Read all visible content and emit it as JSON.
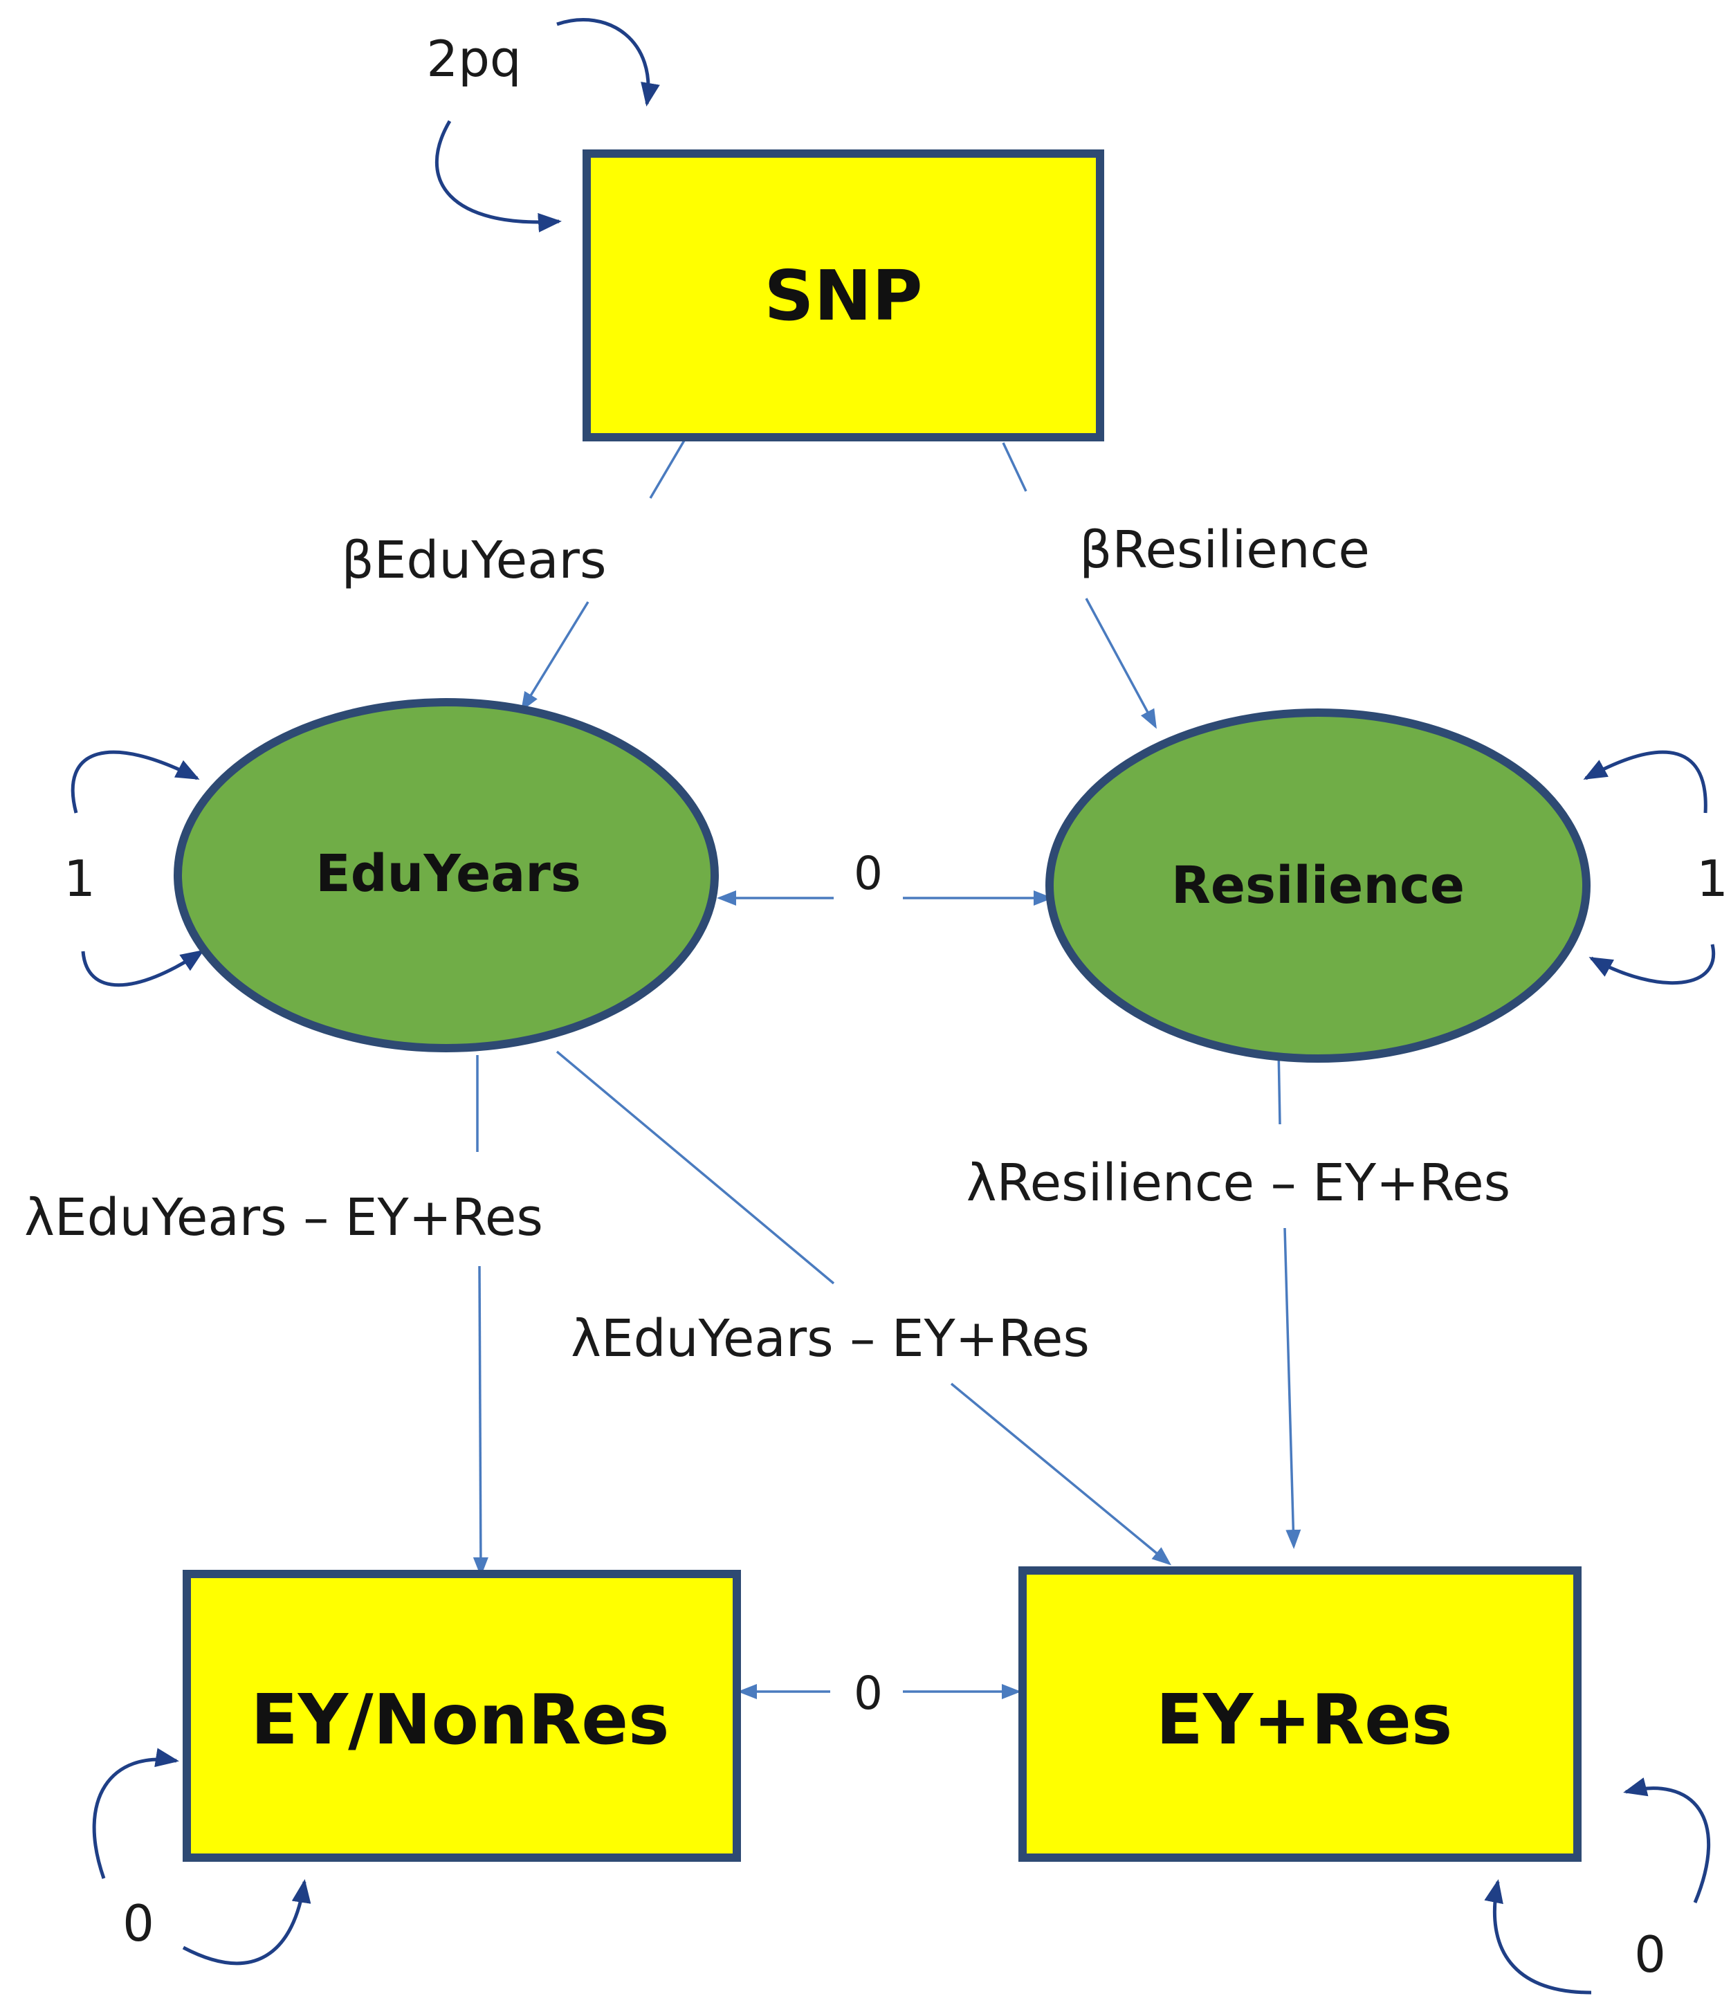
{
  "nodes": {
    "snp": "SNP",
    "eduyears": "EduYears",
    "resilience": "Resilience",
    "ey_nonres": "EY/NonRes",
    "ey_res": "EY+Res"
  },
  "labels": {
    "snp_variance": "2pq",
    "beta_eduyears": "βEduYears",
    "beta_resilience": "βResilience",
    "eduyears_variance": "1",
    "resilience_variance": "1",
    "latent_covariance": "0",
    "lambda_eduyears_nonres": "λEduYears – EY+Res",
    "lambda_eduyears_res": "λEduYears – EY+Res",
    "lambda_resilience_res": "λResilience – EY+Res",
    "observed_covariance": "0",
    "ey_nonres_variance": "0",
    "ey_res_variance": "0"
  },
  "colors": {
    "box_fill": "#ffff00",
    "ellipse_fill": "#70ad47",
    "outline": "#2e4a73",
    "path": "#4a7bbf",
    "variance_arrow": "#1f3f86"
  }
}
